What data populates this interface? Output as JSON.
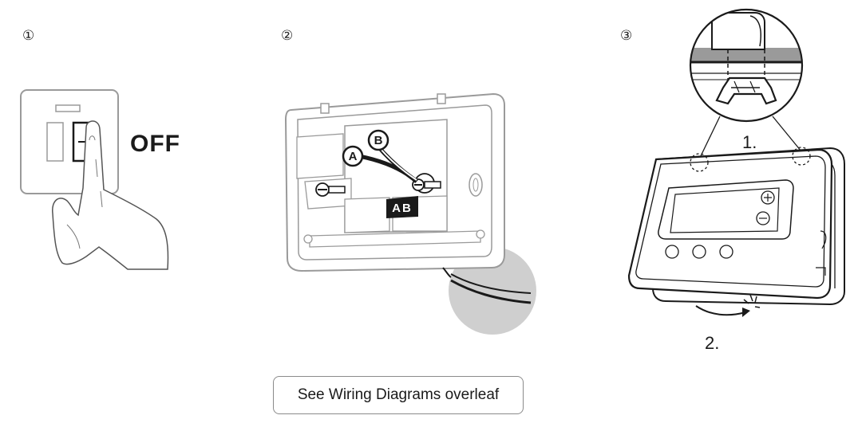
{
  "steps": [
    {
      "number": "1",
      "label": "OFF"
    },
    {
      "number": "2",
      "terminal_a": "A",
      "terminal_b": "B",
      "terminal_tag": "AB"
    },
    {
      "number": "3",
      "callout_1": "1.",
      "callout_2": "2."
    }
  ],
  "step_markers": [
    "①",
    "②",
    "③"
  ],
  "note": {
    "text": "See Wiring Diagrams overleaf"
  },
  "colors": {
    "line": "#1a1a1a",
    "grey_fill": "#cfcfcf",
    "outline_grey": "#9a9a9a"
  }
}
